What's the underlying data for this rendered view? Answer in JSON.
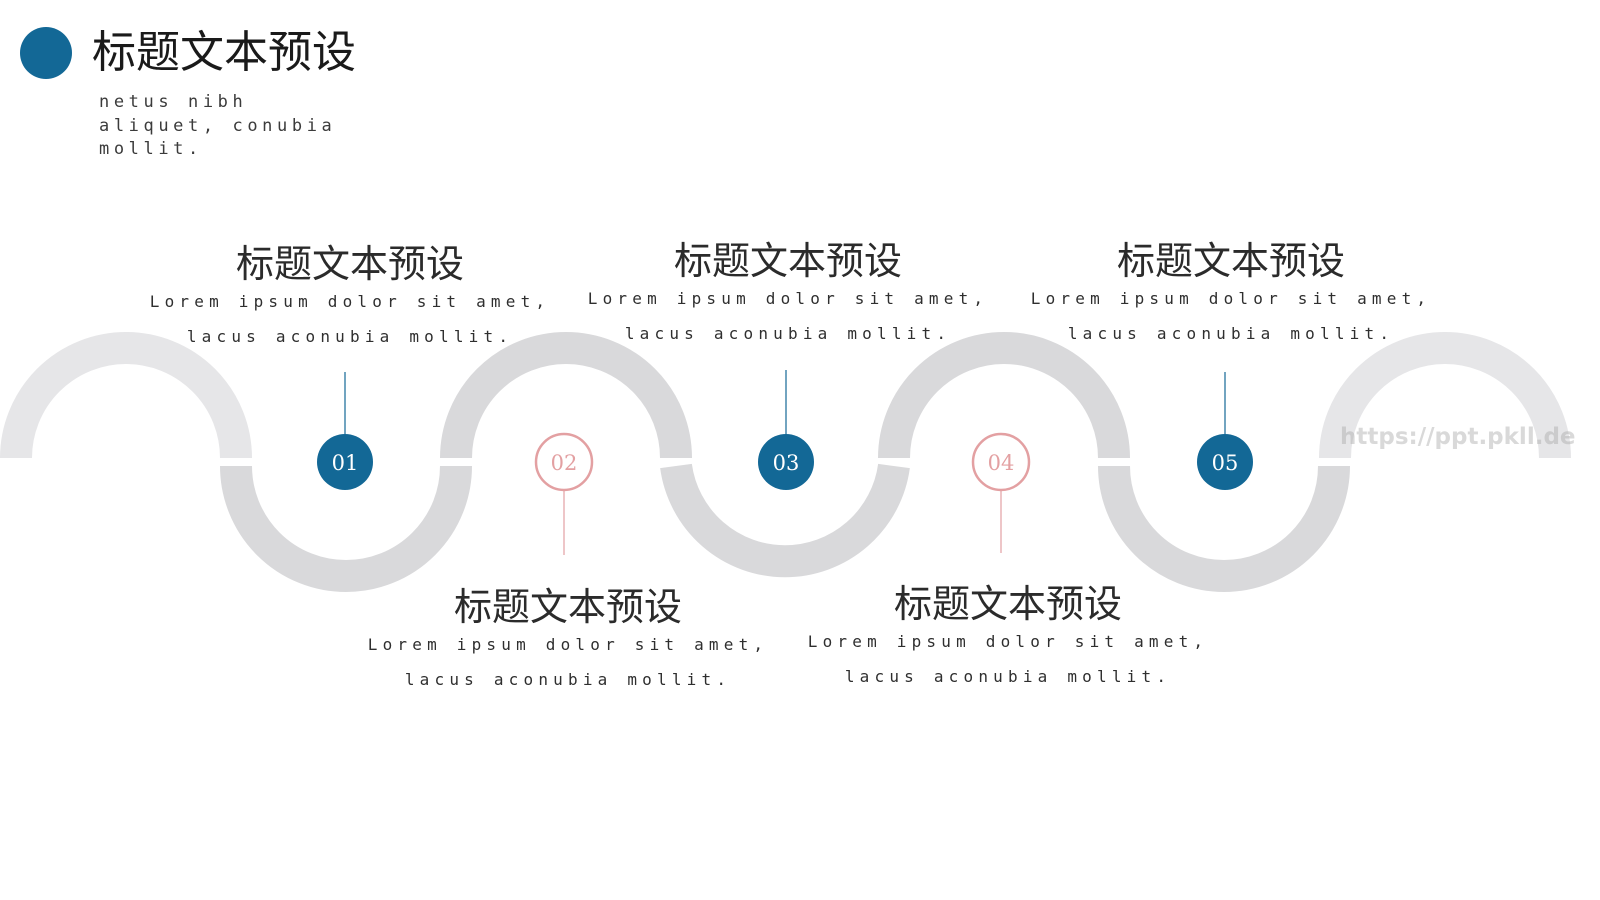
{
  "header": {
    "title": "标题文本预设",
    "subtitle_lines": [
      "netus nibh",
      "aliquet, conubia",
      "mollit."
    ]
  },
  "colors": {
    "primary": "#136896",
    "secondary": "#e3a0a2",
    "wave": "#d9d9db",
    "wave_edge": "#e6e6e8"
  },
  "steps": [
    {
      "number": "01",
      "title": "标题文本预设",
      "desc_line1": "Lorem ipsum dolor sit amet,",
      "desc_line2": "lacus aconubia mollit.",
      "position": "top",
      "style": "filled"
    },
    {
      "number": "02",
      "title": "标题文本预设",
      "desc_line1": "Lorem ipsum dolor sit amet,",
      "desc_line2": "lacus aconubia mollit.",
      "position": "bottom",
      "style": "outline"
    },
    {
      "number": "03",
      "title": "标题文本预设",
      "desc_line1": "Lorem ipsum dolor sit amet,",
      "desc_line2": "lacus aconubia mollit.",
      "position": "top",
      "style": "filled"
    },
    {
      "number": "04",
      "title": "标题文本预设",
      "desc_line1": "Lorem ipsum dolor sit amet,",
      "desc_line2": "lacus aconubia mollit.",
      "position": "bottom",
      "style": "outline"
    },
    {
      "number": "05",
      "title": "标题文本预设",
      "desc_line1": "Lorem ipsum dolor sit amet,",
      "desc_line2": "lacus aconubia mollit.",
      "position": "top",
      "style": "filled"
    }
  ],
  "watermark": "https://ppt.pkll.de"
}
